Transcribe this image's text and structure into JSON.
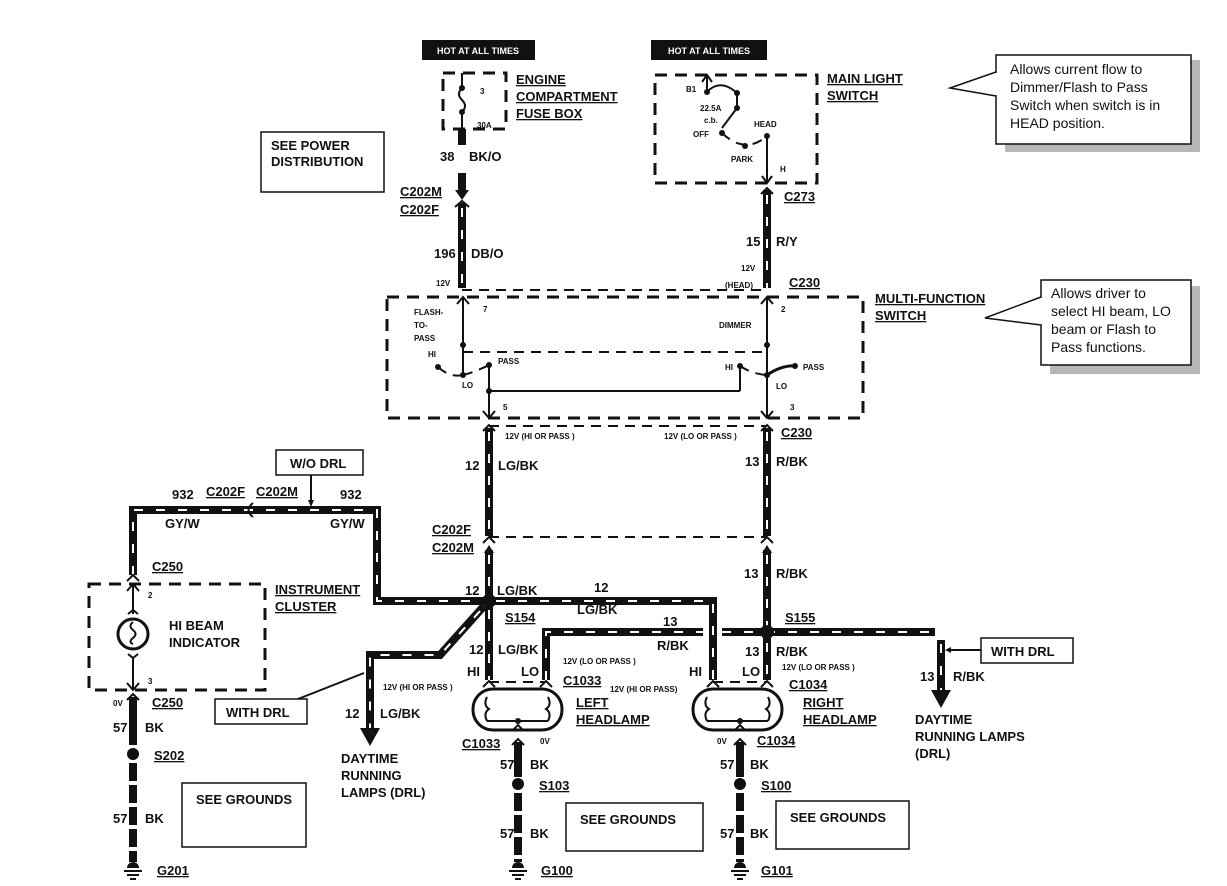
{
  "power": {
    "hot_left": "HOT AT ALL TIMES",
    "hot_right": "HOT AT ALL TIMES",
    "see_power": [
      "SEE POWER",
      "DISTRIBUTION"
    ]
  },
  "fuse_box": {
    "name": [
      "ENGINE",
      "COMPARTMENT",
      "FUSE BOX"
    ],
    "fuse_number": "3",
    "fuse_rating": "30A"
  },
  "main_light_switch": {
    "name": [
      "MAIN LIGHT",
      "SWITCH"
    ],
    "terminal_b1": "B1",
    "breaker": "22.5A",
    "breaker_type": "c.b.",
    "off": "OFF",
    "head": "HEAD",
    "park": "PARK",
    "terminal_h": "H"
  },
  "callouts": {
    "main_light": [
      "Allows current flow to",
      "Dimmer/Flash to Pass",
      "Switch when switch is in",
      "HEAD position."
    ],
    "multi_function": [
      "Allows driver to",
      "select HI beam, LO",
      "beam  or Flash to",
      "Pass functions."
    ]
  },
  "multi_function_switch": {
    "name": [
      "MULTI-FUNCTION",
      "SWITCH"
    ],
    "flash_to_pass": [
      "FLASH-",
      "TO-",
      "PASS"
    ],
    "dimmer": "DIMMER",
    "pin_7": "7",
    "pin_2": "2",
    "pin_5": "5",
    "pin_3": "3",
    "hi_left": "HI",
    "lo_left": "LO",
    "pass_left": "PASS",
    "hi_right": "HI",
    "lo_right": "LO",
    "pass_right": "PASS",
    "v_in_left": "12V",
    "v_in_right": [
      "12V",
      "(HEAD)"
    ],
    "v_out_left": "12V (HI OR PASS )",
    "v_out_right": "12V (LO OR PASS )"
  },
  "connectors": {
    "c202m": "C202M",
    "c202f": "C202F",
    "c273": "C273",
    "c230_top": "C230",
    "c230_bottom": "C230",
    "c202f_mid": "C202F",
    "c202m_mid": "C202M",
    "c202f_gy": "C202F",
    "c202m_gy": "C202M",
    "c250_top": "C250",
    "c250_bottom": "C250",
    "c1033_top": "C1033",
    "c1033_bottom": "C1033",
    "c1034_top": "C1034",
    "c1034_bottom": "C1034"
  },
  "wires": {
    "w38": {
      "num": "38",
      "color": "BK/O"
    },
    "w196": {
      "num": "196",
      "color": "DB/O"
    },
    "w15": {
      "num": "15",
      "color": "R/Y"
    },
    "w12a": {
      "num": "12",
      "color": "LG/BK"
    },
    "w13a": {
      "num": "13",
      "color": "R/BK"
    },
    "w12b": {
      "num": "12",
      "color": "LG/BK"
    },
    "w13b": {
      "num": "13",
      "color": "R/BK"
    },
    "w12c": {
      "num": "12",
      "color": "LG/BK"
    },
    "w13c": {
      "num": "13",
      "color": "R/BK"
    },
    "w12d": {
      "num": "12",
      "color": "LG/BK"
    },
    "w13d": {
      "num": "13",
      "color": "R/BK"
    },
    "w12drl": {
      "num": "12",
      "color": "LG/BK"
    },
    "w13drl": {
      "num": "13",
      "color": "R/BK"
    },
    "w932l": {
      "num": "932",
      "color": "GY/W"
    },
    "w932r": {
      "num": "932",
      "color": "GY/W"
    },
    "w57a": {
      "num": "57",
      "color": "BK"
    },
    "w57b": {
      "num": "57",
      "color": "BK"
    },
    "w57c": {
      "num": "57",
      "color": "BK"
    },
    "w57d": {
      "num": "57",
      "color": "BK"
    },
    "w57e": {
      "num": "57",
      "color": "BK"
    },
    "w57f": {
      "num": "57",
      "color": "BK"
    }
  },
  "splices": {
    "s154": "S154",
    "s155": "S155",
    "s202": "S202",
    "s103": "S103",
    "s100": "S100"
  },
  "grounds": {
    "g201": "G201",
    "g100": "G100",
    "g101": "G101",
    "see_grounds": "SEE GROUNDS"
  },
  "instrument_cluster": {
    "name": [
      "INSTRUMENT",
      "CLUSTER"
    ],
    "indicator": [
      "HI BEAM",
      "INDICATOR"
    ],
    "pin_2": "2",
    "pin_3": "3",
    "zero_v": "0V"
  },
  "options": {
    "wo_drl": "W/O DRL",
    "with_drl_left": "WITH DRL",
    "with_drl_right": "WITH DRL"
  },
  "headlamps": {
    "left": [
      "LEFT",
      "HEADLAMP"
    ],
    "right": [
      "RIGHT",
      "HEADLAMP"
    ],
    "hi": "HI",
    "lo": "LO",
    "zero_v": "0V",
    "left_lo_v": "12V (LO OR PASS )",
    "left_hi_v": "12V (HI OR PASS)",
    "right_lo_v": "12V (LO OR PASS )",
    "drl_left_v": "12V (HI OR PASS )"
  },
  "drl": {
    "left": [
      "DAYTIME",
      "RUNNING",
      "LAMPS (DRL)"
    ],
    "right": [
      "DAYTIME",
      "RUNNING LAMPS",
      "(DRL)"
    ]
  }
}
